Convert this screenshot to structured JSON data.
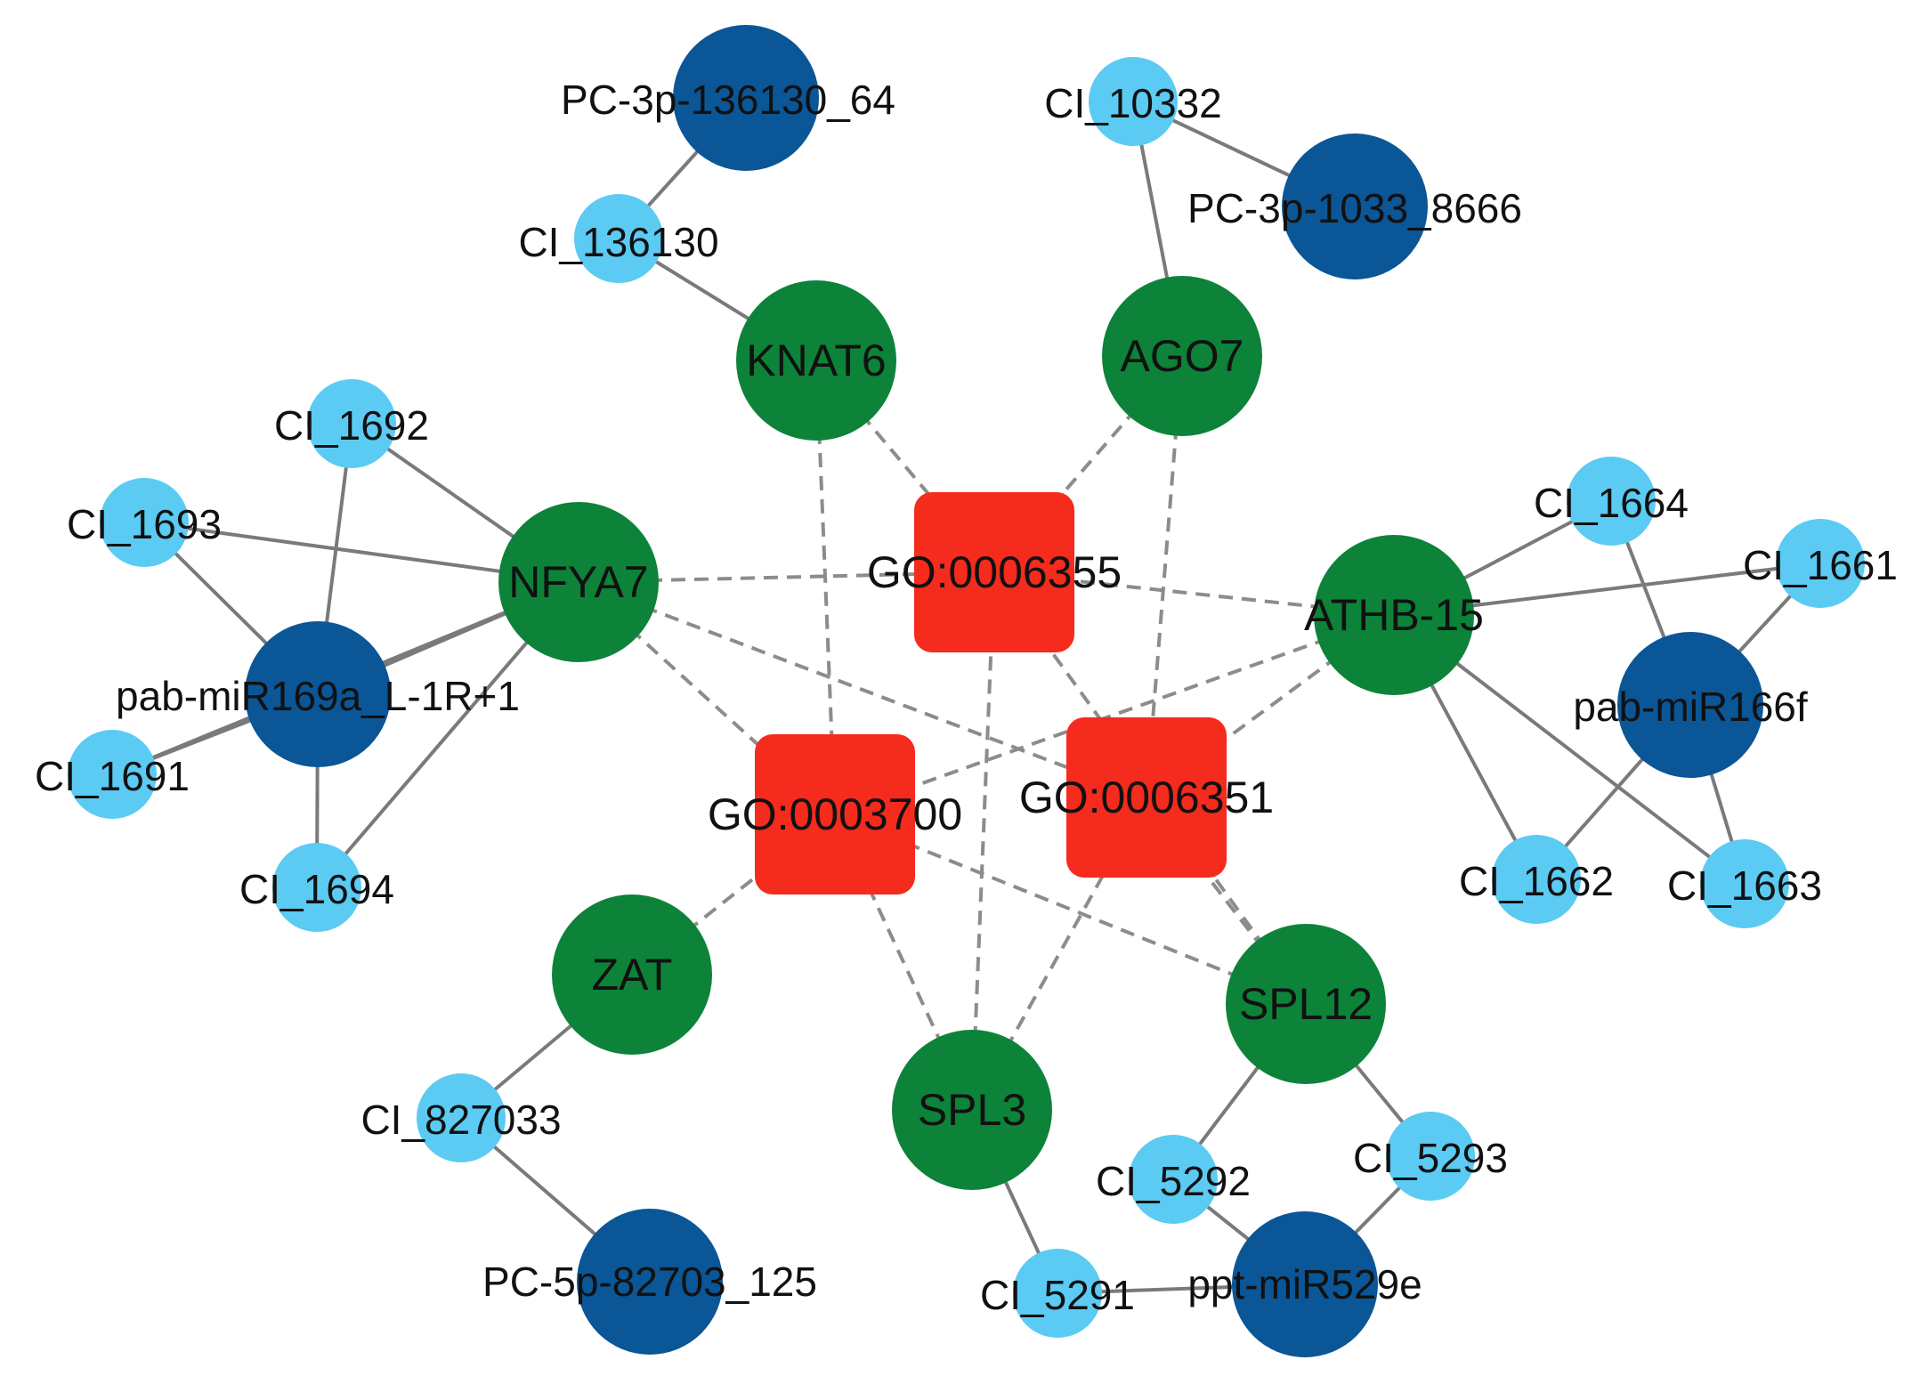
{
  "colors": {
    "go_term": "#f42b1d",
    "gene": "#0c8338",
    "mirna": "#0a5697",
    "cluster": "#5bcbf3",
    "edge": "#7a7a7a"
  },
  "nodes": [
    {
      "id": "GO:0006355",
      "label": "GO:0006355",
      "kind": "go"
    },
    {
      "id": "GO:0003700",
      "label": "GO:0003700",
      "kind": "go"
    },
    {
      "id": "GO:0006351",
      "label": "GO:0006351",
      "kind": "go"
    },
    {
      "id": "KNAT6",
      "label": "KNAT6",
      "kind": "gene"
    },
    {
      "id": "AGO7",
      "label": "AGO7",
      "kind": "gene"
    },
    {
      "id": "NFYA7",
      "label": "NFYA7",
      "kind": "gene"
    },
    {
      "id": "ATHB-15",
      "label": "ATHB-15",
      "kind": "gene"
    },
    {
      "id": "ZAT",
      "label": "ZAT",
      "kind": "gene"
    },
    {
      "id": "SPL3",
      "label": "SPL3",
      "kind": "gene"
    },
    {
      "id": "SPL12",
      "label": "SPL12",
      "kind": "gene"
    },
    {
      "id": "PC-3p-136130_64",
      "label": "PC-3p-136130_64",
      "kind": "mirna"
    },
    {
      "id": "PC-3p-1033_8666",
      "label": "PC-3p-1033_8666",
      "kind": "mirna"
    },
    {
      "id": "pab-miR169a_L-1R+1",
      "label": "pab-miR169a_L-1R+1",
      "kind": "mirna"
    },
    {
      "id": "pab-miR166f",
      "label": "pab-miR166f",
      "kind": "mirna"
    },
    {
      "id": "PC-5p-82703_125",
      "label": "PC-5p-82703_125",
      "kind": "mirna"
    },
    {
      "id": "ppt-miR529e",
      "label": "ppt-miR529e",
      "kind": "mirna"
    },
    {
      "id": "CI_136130",
      "label": "CI_136130",
      "kind": "cluster"
    },
    {
      "id": "CI_10332",
      "label": "CI_10332",
      "kind": "cluster"
    },
    {
      "id": "CI_1692",
      "label": "CI_1692",
      "kind": "cluster"
    },
    {
      "id": "CI_1693",
      "label": "CI_1693",
      "kind": "cluster"
    },
    {
      "id": "CI_1691",
      "label": "CI_1691",
      "kind": "cluster"
    },
    {
      "id": "CI_1694",
      "label": "CI_1694",
      "kind": "cluster"
    },
    {
      "id": "CI_1664",
      "label": "CI_1664",
      "kind": "cluster"
    },
    {
      "id": "CI_1661",
      "label": "CI_1661",
      "kind": "cluster"
    },
    {
      "id": "CI_1662",
      "label": "CI_1662",
      "kind": "cluster"
    },
    {
      "id": "CI_1663",
      "label": "CI_1663",
      "kind": "cluster"
    },
    {
      "id": "CI_827033",
      "label": "CI_827033",
      "kind": "cluster"
    },
    {
      "id": "CI_5292",
      "label": "CI_5292",
      "kind": "cluster"
    },
    {
      "id": "CI_5293",
      "label": "CI_5293",
      "kind": "cluster"
    },
    {
      "id": "CI_5291",
      "label": "CI_5291",
      "kind": "cluster"
    }
  ],
  "edges": [
    {
      "source": "KNAT6",
      "target": "GO:0006355",
      "style": "dashed"
    },
    {
      "source": "KNAT6",
      "target": "GO:0003700",
      "style": "dashed"
    },
    {
      "source": "AGO7",
      "target": "GO:0006355",
      "style": "dashed"
    },
    {
      "source": "AGO7",
      "target": "GO:0006351",
      "style": "dashed"
    },
    {
      "source": "NFYA7",
      "target": "GO:0006355",
      "style": "dashed"
    },
    {
      "source": "NFYA7",
      "target": "GO:0003700",
      "style": "dashed"
    },
    {
      "source": "NFYA7",
      "target": "GO:0006351",
      "style": "dashed"
    },
    {
      "source": "ATHB-15",
      "target": "GO:0006355",
      "style": "dashed"
    },
    {
      "source": "ATHB-15",
      "target": "GO:0003700",
      "style": "dashed"
    },
    {
      "source": "ATHB-15",
      "target": "GO:0006351",
      "style": "dashed"
    },
    {
      "source": "ZAT",
      "target": "GO:0003700",
      "style": "dashed"
    },
    {
      "source": "SPL3",
      "target": "GO:0006355",
      "style": "dashed"
    },
    {
      "source": "SPL3",
      "target": "GO:0003700",
      "style": "dashed"
    },
    {
      "source": "SPL3",
      "target": "GO:0006351",
      "style": "dashed"
    },
    {
      "source": "SPL12",
      "target": "GO:0003700",
      "style": "dashed"
    },
    {
      "source": "SPL12",
      "target": "GO:0006351",
      "style": "dashed"
    },
    {
      "source": "SPL12",
      "target": "GO:0006355",
      "style": "dashed"
    },
    {
      "source": "PC-3p-136130_64",
      "target": "CI_136130",
      "style": "solid"
    },
    {
      "source": "CI_136130",
      "target": "KNAT6",
      "style": "solid"
    },
    {
      "source": "CI_10332",
      "target": "PC-3p-1033_8666",
      "style": "solid"
    },
    {
      "source": "CI_10332",
      "target": "AGO7",
      "style": "solid"
    },
    {
      "source": "CI_1692",
      "target": "NFYA7",
      "style": "solid"
    },
    {
      "source": "CI_1692",
      "target": "pab-miR169a_L-1R+1",
      "style": "solid"
    },
    {
      "source": "CI_1693",
      "target": "NFYA7",
      "style": "solid"
    },
    {
      "source": "CI_1693",
      "target": "pab-miR169a_L-1R+1",
      "style": "solid"
    },
    {
      "source": "pab-miR169a_L-1R+1",
      "target": "NFYA7",
      "style": "solid"
    },
    {
      "source": "CI_1691",
      "target": "NFYA7",
      "style": "solid"
    },
    {
      "source": "CI_1691",
      "target": "pab-miR169a_L-1R+1",
      "style": "solid"
    },
    {
      "source": "CI_1694",
      "target": "NFYA7",
      "style": "solid"
    },
    {
      "source": "CI_1694",
      "target": "pab-miR169a_L-1R+1",
      "style": "solid"
    },
    {
      "source": "CI_1664",
      "target": "ATHB-15",
      "style": "solid"
    },
    {
      "source": "CI_1664",
      "target": "pab-miR166f",
      "style": "solid"
    },
    {
      "source": "CI_1661",
      "target": "ATHB-15",
      "style": "solid"
    },
    {
      "source": "CI_1661",
      "target": "pab-miR166f",
      "style": "solid"
    },
    {
      "source": "CI_1662",
      "target": "ATHB-15",
      "style": "solid"
    },
    {
      "source": "CI_1662",
      "target": "pab-miR166f",
      "style": "solid"
    },
    {
      "source": "CI_1663",
      "target": "ATHB-15",
      "style": "solid"
    },
    {
      "source": "CI_1663",
      "target": "pab-miR166f",
      "style": "solid"
    },
    {
      "source": "ZAT",
      "target": "CI_827033",
      "style": "solid"
    },
    {
      "source": "CI_827033",
      "target": "PC-5p-82703_125",
      "style": "solid"
    },
    {
      "source": "SPL3",
      "target": "CI_5291",
      "style": "solid"
    },
    {
      "source": "CI_5291",
      "target": "ppt-miR529e",
      "style": "solid"
    },
    {
      "source": "SPL12",
      "target": "CI_5292",
      "style": "solid"
    },
    {
      "source": "SPL12",
      "target": "CI_5293",
      "style": "solid"
    },
    {
      "source": "CI_5292",
      "target": "ppt-miR529e",
      "style": "solid"
    },
    {
      "source": "CI_5293",
      "target": "ppt-miR529e",
      "style": "solid"
    }
  ]
}
